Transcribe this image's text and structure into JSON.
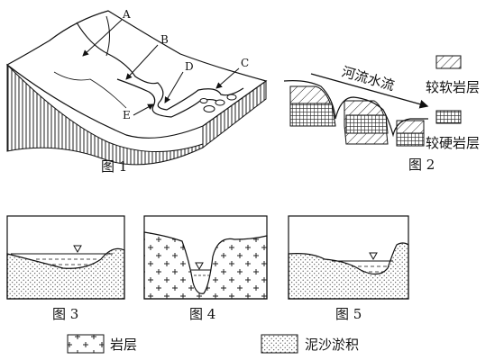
{
  "figure1": {
    "caption": "图 1",
    "labels": {
      "A": "A",
      "B": "B",
      "C": "C",
      "D": "D",
      "E": "E"
    }
  },
  "figure2": {
    "caption": "图 2",
    "flow_label": "河流水流",
    "legend_soft": "较软岩层",
    "legend_hard": "较硬岩层"
  },
  "figure3": {
    "caption": "图 3"
  },
  "figure4": {
    "caption": "图 4"
  },
  "figure5": {
    "caption": "图 5"
  },
  "legend": {
    "rock": "岩层",
    "sediment": "泥沙淤积"
  }
}
